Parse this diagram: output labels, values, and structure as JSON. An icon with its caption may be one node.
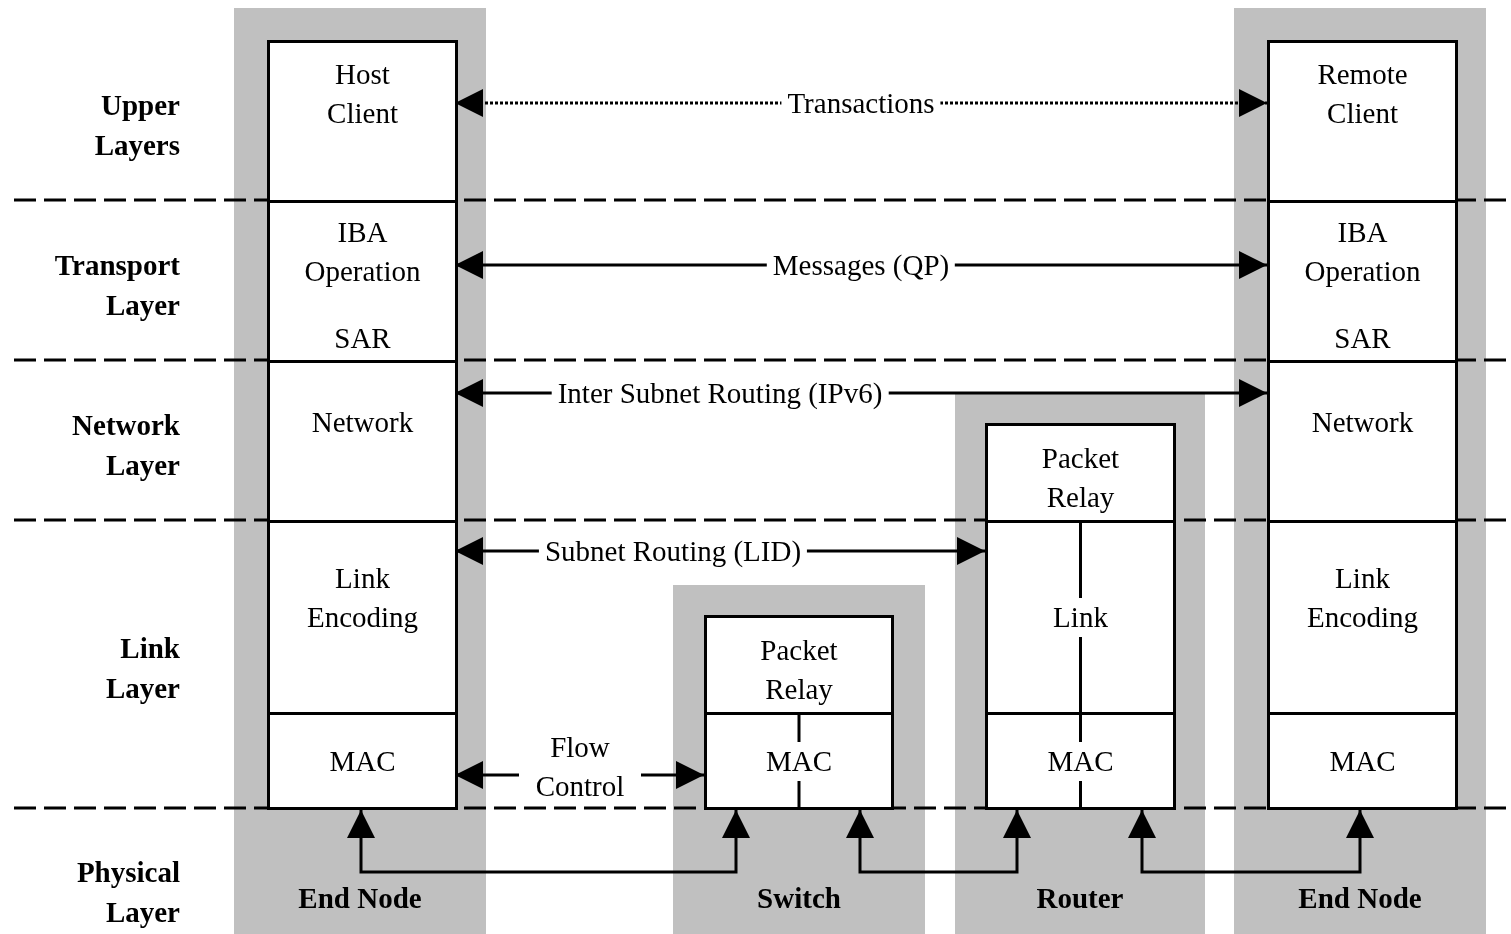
{
  "diagram": {
    "nodes": [
      {
        "text": [
          "End Node"
        ]
      },
      {
        "text": [
          "Host Client"
        ],
        "in": 0
      },
      {
        "text": [
          "IBA Operation",
          "SAR"
        ],
        "in": 0
      },
      {
        "text": [
          "Network"
        ],
        "in": 0
      },
      {
        "text": [
          "Link Encoding"
        ],
        "in": 0
      },
      {
        "text": [
          "MAC"
        ],
        "in": 0
      },
      {
        "text": [
          "Switch"
        ]
      },
      {
        "text": [
          "Packet Relay"
        ],
        "in": 6
      },
      {
        "text": [
          "MAC"
        ],
        "in": 6
      },
      {
        "text": [
          "Router"
        ]
      },
      {
        "text": [
          "Packet Relay"
        ],
        "in": 9
      },
      {
        "text": [
          "Link"
        ],
        "in": 9
      },
      {
        "text": [
          "MAC"
        ],
        "in": 9
      },
      {
        "text": [
          "End Node"
        ]
      },
      {
        "text": [
          "Remote Client"
        ],
        "in": 13
      },
      {
        "text": [
          "IBA Operation",
          "SAR"
        ],
        "in": 13
      },
      {
        "text": [
          "Network"
        ],
        "in": 13
      },
      {
        "text": [
          "Link Encoding"
        ],
        "in": 13
      },
      {
        "text": [
          "MAC"
        ],
        "in": 13
      }
    ],
    "edges": [
      {
        "from": 1,
        "to": 14,
        "arrow": "both",
        "label": "Transactions",
        "style": "dashed"
      },
      {
        "from": 2,
        "to": 15,
        "arrow": "both",
        "label": "Messages (QP)"
      },
      {
        "from": 3,
        "to": 16,
        "arrow": "both",
        "label": "Inter Subnet Routing (IPv6)"
      },
      {
        "from": 4,
        "to": 11,
        "arrow": "both",
        "label": "Subnet Routing (LID)"
      },
      {
        "from": 5,
        "to": 8,
        "arrow": "both",
        "label": "Flow Control"
      },
      {
        "from": 5,
        "to": 8,
        "arrow": "both"
      },
      {
        "from": 8,
        "to": 12,
        "arrow": "both"
      },
      {
        "from": 12,
        "to": 18,
        "arrow": "both"
      }
    ],
    "labels": [
      "Upper Layers",
      "Transport Layer",
      "Network Layer",
      "Link Layer",
      "Physical Layer"
    ]
  }
}
